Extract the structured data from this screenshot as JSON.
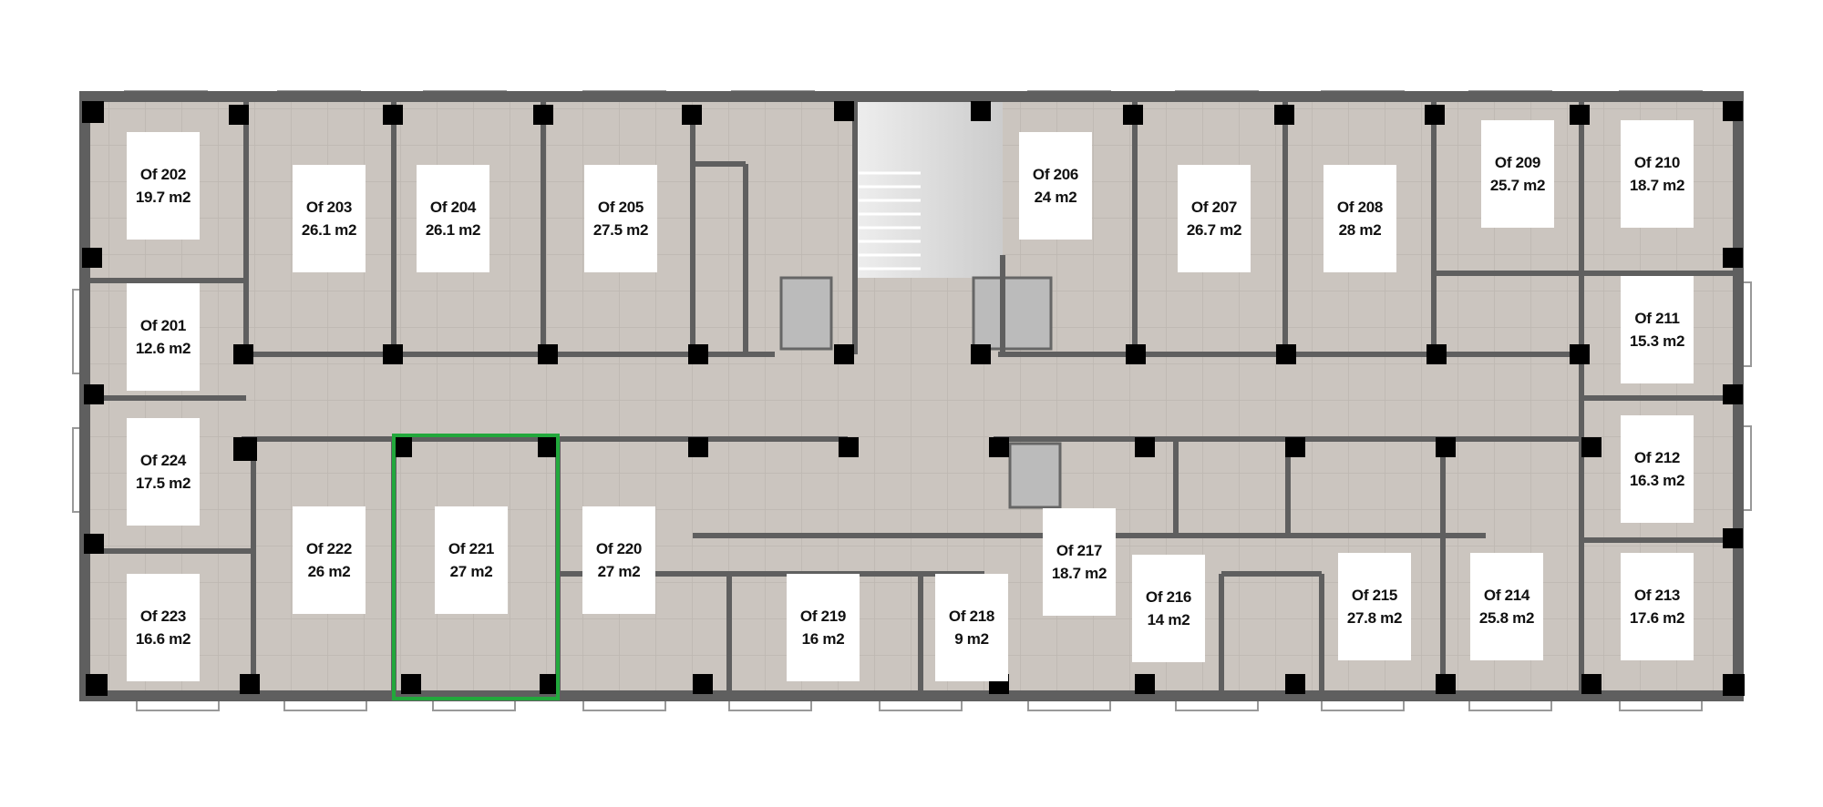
{
  "floor_plan": {
    "highlight_color": "#22a83c",
    "selected_room": "Of 221",
    "rooms": [
      {
        "name": "Of 201",
        "area": "12.6 m2"
      },
      {
        "name": "Of 202",
        "area": "19.7 m2"
      },
      {
        "name": "Of 203",
        "area": "26.1 m2"
      },
      {
        "name": "Of 204",
        "area": "26.1 m2"
      },
      {
        "name": "Of 205",
        "area": "27.5 m2"
      },
      {
        "name": "Of 206",
        "area": "24 m2"
      },
      {
        "name": "Of 207",
        "area": "26.7 m2"
      },
      {
        "name": "Of 208",
        "area": "28 m2"
      },
      {
        "name": "Of 209",
        "area": "25.7 m2"
      },
      {
        "name": "Of 210",
        "area": "18.7 m2"
      },
      {
        "name": "Of 211",
        "area": "15.3 m2"
      },
      {
        "name": "Of 212",
        "area": "16.3 m2"
      },
      {
        "name": "Of 213",
        "area": "17.6 m2"
      },
      {
        "name": "Of 214",
        "area": "25.8 m2"
      },
      {
        "name": "Of 215",
        "area": "27.8 m2"
      },
      {
        "name": "Of 216",
        "area": "14 m2"
      },
      {
        "name": "Of 217",
        "area": "18.7 m2"
      },
      {
        "name": "Of 218",
        "area": "9 m2"
      },
      {
        "name": "Of 219",
        "area": "16 m2"
      },
      {
        "name": "Of 220",
        "area": "27 m2"
      },
      {
        "name": "Of 221",
        "area": "27 m2"
      },
      {
        "name": "Of 222",
        "area": "26 m2"
      },
      {
        "name": "Of 223",
        "area": "16.6 m2"
      },
      {
        "name": "Of 224",
        "area": "17.5 m2"
      }
    ]
  }
}
